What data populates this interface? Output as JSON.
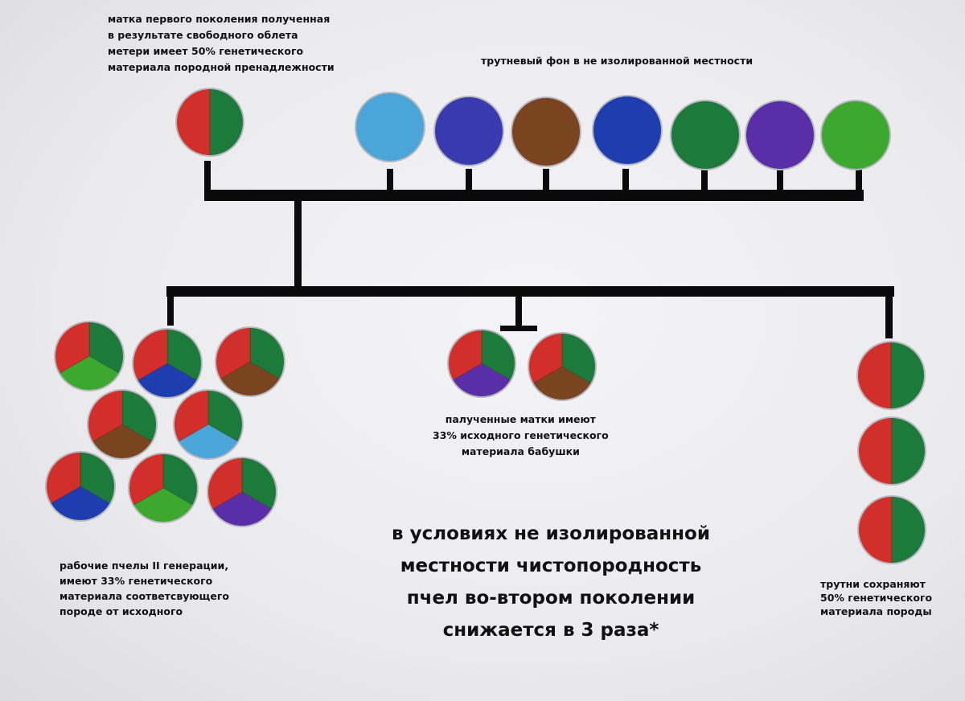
{
  "labels": {
    "first_gen_queen": "матка первого поколения полученная\nв результате свободного облета\nметери имеет 50% генетического\nматериала породной пренадлежности",
    "drone_background": "трутневый фон в не изолированной местности",
    "queens_second_gen": "палученные матки имеют\n33% исходного генетического\nматериала бабушки",
    "workers_second_gen": "рабочие пчелы II генерации,\nимеют 33% генетического\nматериала соответсвующего\nпороде от исходного",
    "drones_second_gen": "трутни сохраняют\n50% генетического\nматериала  породы",
    "conclusion": "в условиях не изолированной\nместности чистопородность\nпчел во-втором поколении\nснижается в 3 раза*"
  },
  "colors": {
    "red": "#d32f2a",
    "dark_green": "#1c7a3a",
    "light_blue": "#4aa6d8",
    "blue_violet": "#3a3ab0",
    "brown": "#7a4420",
    "blue": "#1e3eb0",
    "violet": "#5a2ea6",
    "light_green": "#3da82e",
    "line": "#0a0a0a"
  },
  "drones": [
    "light_blue",
    "blue_violet",
    "brown",
    "blue",
    "dark_green",
    "violet",
    "light_green"
  ],
  "workers": [
    "light_green",
    "blue",
    "brown",
    "brown",
    "light_blue",
    "blue",
    "light_green",
    "violet"
  ],
  "queens2": [
    "violet",
    "brown"
  ],
  "drones2_count": 3
}
